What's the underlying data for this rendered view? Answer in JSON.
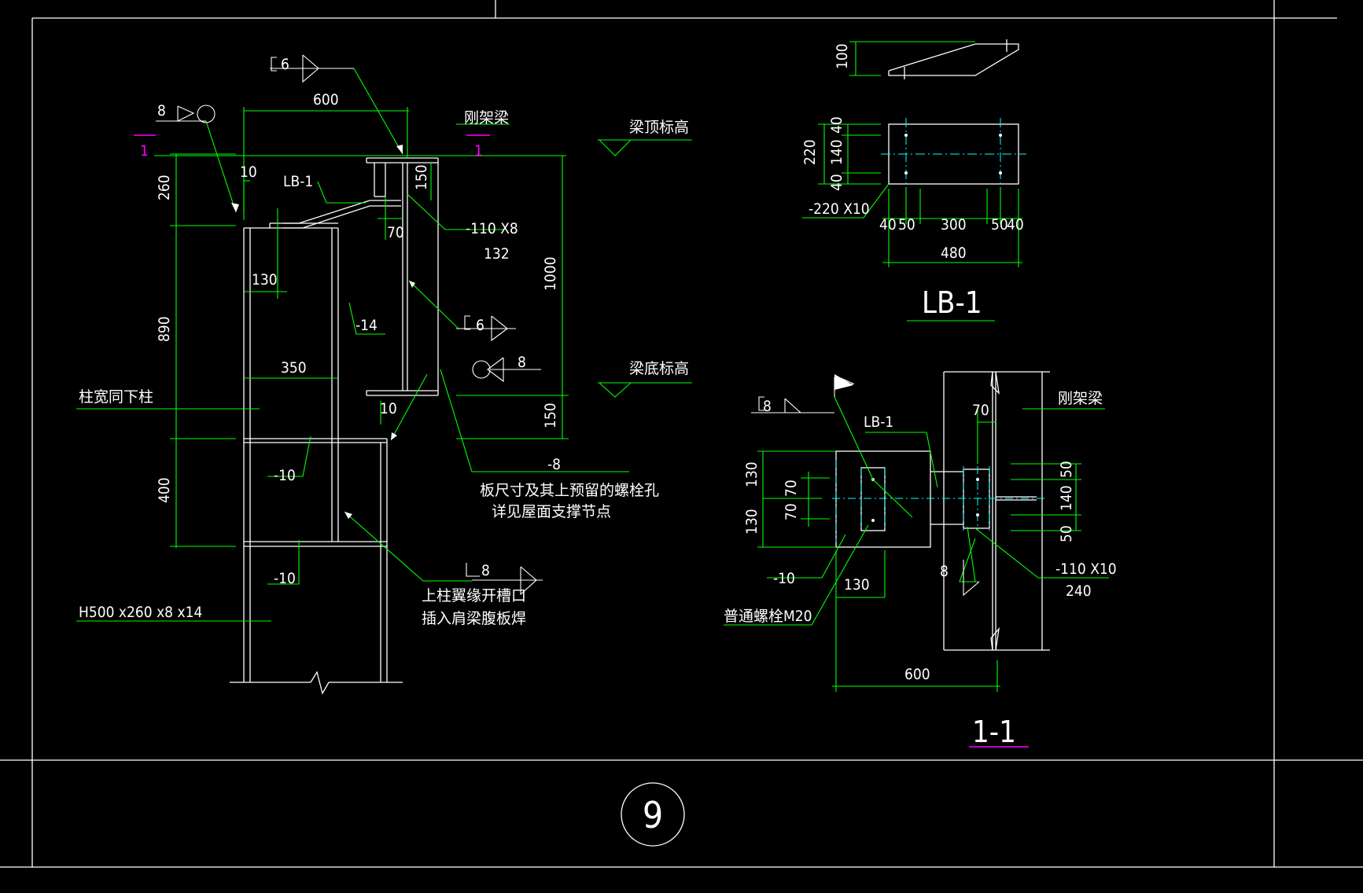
{
  "colors": {
    "background": "#000000",
    "outline": "#ffffff",
    "dimension": "#00ff00",
    "centerline": "#00ffff",
    "section_mark": "#ff00ff"
  },
  "main_view": {
    "weld_top_left": "8",
    "section_mark_left": "1",
    "weld_top": "6",
    "dim_600": "600",
    "beam_label": "刚架梁",
    "section_mark_right": "1",
    "beam_top_label": "梁顶标高",
    "dim_10_top": "10",
    "lb1_label": "LB-1",
    "dim_150_top": "150",
    "dim_260": "260",
    "dim_70": "70",
    "plate_110x8": "-110 X8",
    "dim_132": "132",
    "dim_130": "130",
    "dim_1000": "1000",
    "plate_14": "-14",
    "weld_c6": "6",
    "dim_890": "890",
    "weld_8_right": "8",
    "beam_bottom_label": "梁底标高",
    "dim_350": "350",
    "column_width_label": "柱宽同下柱",
    "dim_10_bottom": "10",
    "dim_150_bottom": "150",
    "plate_8": "-8",
    "plate_10_a": "-10",
    "note_plate_line1": "板尺寸及其上预留的螺栓孔",
    "note_plate_line2": "详见屋面支撑节点",
    "dim_400": "400",
    "plate_10_b": "-10",
    "weld_l8": "8",
    "note_slot_line1": "上柱翼缘开槽口",
    "note_slot_line2": "插入肩梁腹板焊",
    "h_section": "H500 x260 x8 x14"
  },
  "lb1_view": {
    "dim_100": "100",
    "dim_220": "220",
    "dim_40_top": "40",
    "dim_140": "140",
    "dim_40_bottom": "40",
    "plate": "-220 X10",
    "dim_40_left": "40",
    "dim_50_left": "50",
    "dim_300": "300",
    "dim_50_right": "50",
    "dim_40_right": "40",
    "dim_480": "480",
    "title": "LB-1"
  },
  "section_view": {
    "weld_c8": "8",
    "lb1_label": "LB-1",
    "dim_70_top": "70",
    "beam_label": "刚架梁",
    "dim_130_top": "130",
    "dim_70_a": "70",
    "dim_70_b": "70",
    "dim_130_bottom": "130",
    "dim_50_top": "50",
    "dim_140": "140",
    "dim_50_bottom": "50",
    "plate_10": "-10",
    "dim_130_horiz": "130",
    "weld_8": "8",
    "plate_110x10": "-110 X10",
    "dim_240": "240",
    "bolt_label": "普通螺栓M20",
    "dim_600": "600",
    "title": "1-1"
  },
  "footer": {
    "sheet_number": "9"
  }
}
